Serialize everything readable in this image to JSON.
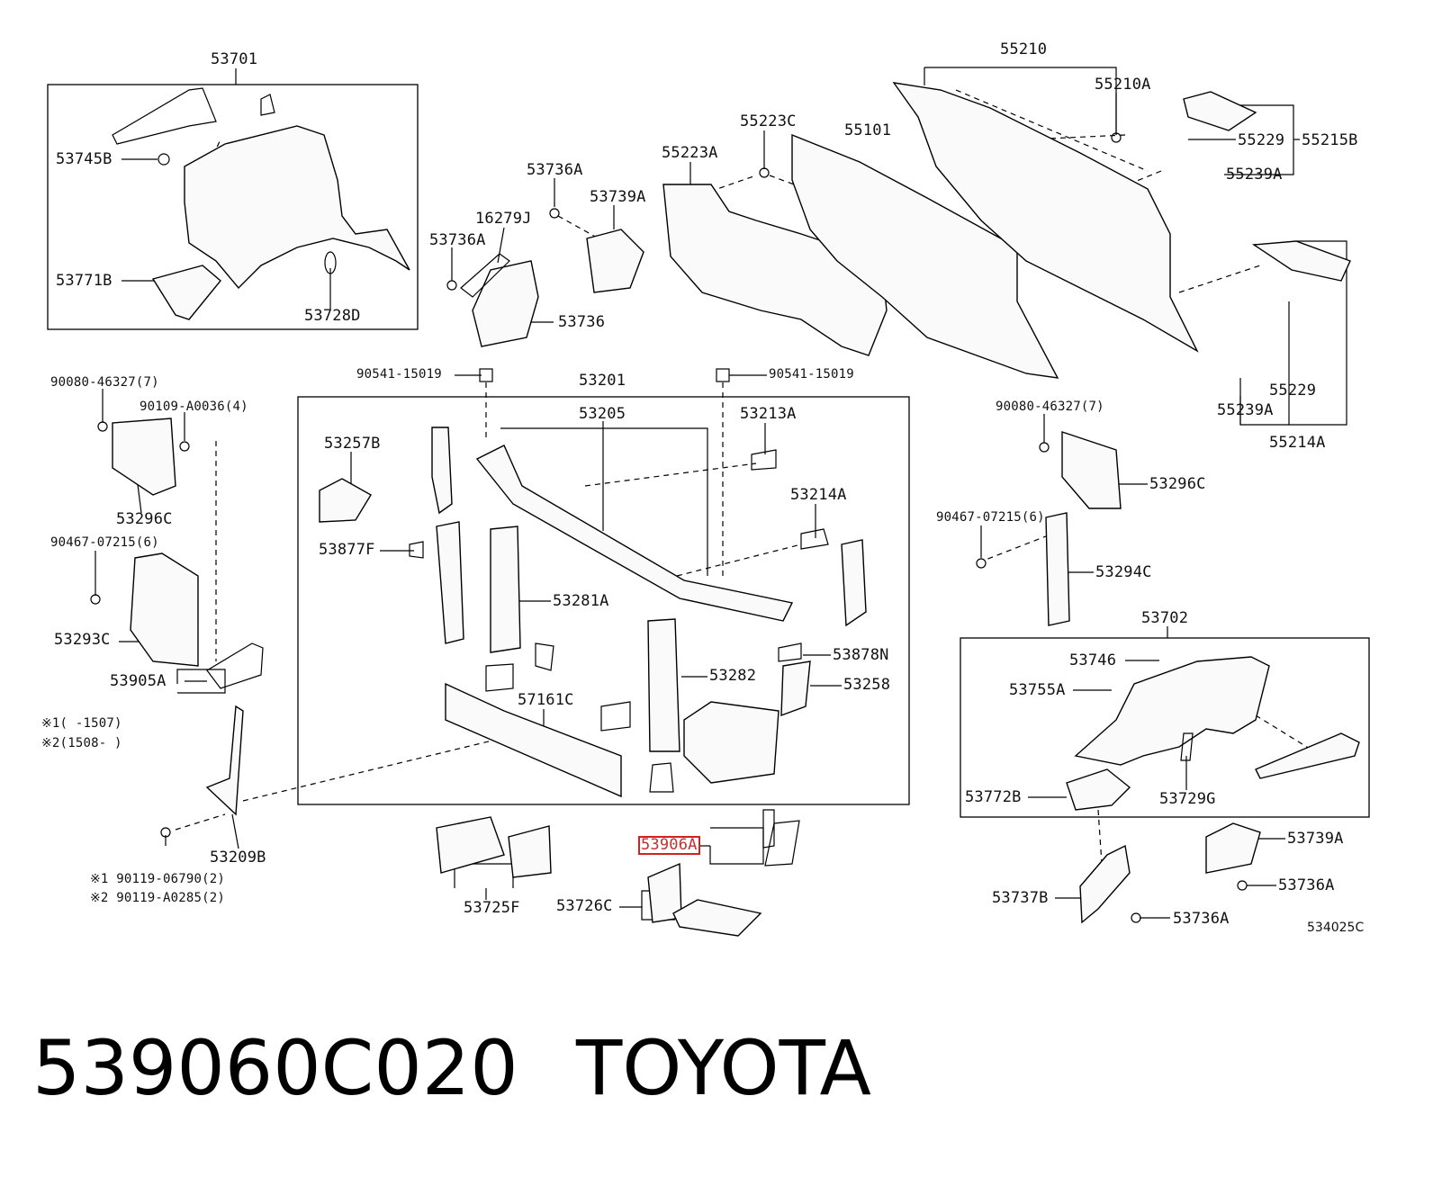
{
  "labels": {
    "p53701": "53701",
    "p53745B": "53745B",
    "p53771B": "53771B",
    "p53728D": "53728D",
    "p53736A_1": "53736A",
    "p53739A_1": "53739A",
    "p16279J": "16279J",
    "p53736A_2": "53736A",
    "p53736": "53736",
    "p55223A": "55223A",
    "p55223C": "55223C",
    "p55101": "55101",
    "p55210": "55210",
    "p55210A": "55210A",
    "p55229_1": "55229",
    "p55215B": "55215B",
    "p55239A_1": "55239A",
    "p55229_2": "55229",
    "p55239A_2": "55239A",
    "p55214A": "55214A",
    "p90080_1": "90080-46327(7)",
    "p90109": "90109-A0036(4)",
    "p53296C_1": "53296C",
    "p90467_1": "90467-07215(6)",
    "p53293C": "53293C",
    "p53905A": "53905A",
    "note1": "※1(    -1507)",
    "note2": "※2(1508-    )",
    "p53209B": "53209B",
    "fast1": "※1 90119-06790(2)",
    "fast2": "※2 90119-A0285(2)",
    "p90541_1": "90541-15019",
    "p90541_2": "90541-15019",
    "p53201": "53201",
    "p53205": "53205",
    "p53213A": "53213A",
    "p53257B": "53257B",
    "p53214A": "53214A",
    "p53877F": "53877F",
    "p53281A": "53281A",
    "p53878N": "53878N",
    "p53282": "53282",
    "p53258": "53258",
    "p57161C": "57161C",
    "p53725F": "53725F",
    "p53906A": "53906A",
    "p53726C": "53726C",
    "p90080_2": "90080-46327(7)",
    "p53296C_2": "53296C",
    "p90467_2": "90467-07215(6)",
    "p53294C": "53294C",
    "p53702": "53702",
    "p53746": "53746",
    "p53755A": "53755A",
    "p53772B": "53772B",
    "p53729G": "53729G",
    "p53739A_2": "53739A",
    "p53736A_3": "53736A",
    "p53737B": "53737B",
    "p53736A_4": "53736A",
    "diagram_code": "534025C"
  },
  "caption": {
    "part_number": "539060C020",
    "brand": "TOYOTA"
  },
  "highlight_color": "#d42020"
}
